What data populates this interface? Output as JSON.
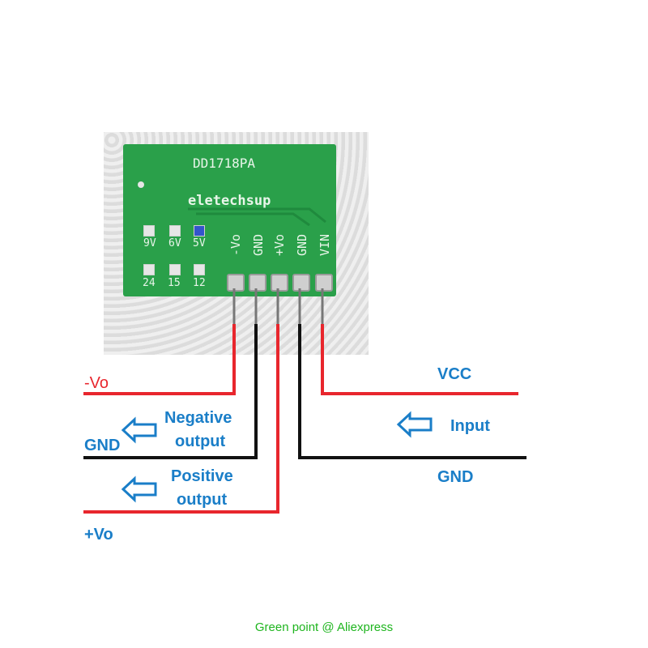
{
  "board": {
    "model": "DD1718PA",
    "brand": "eletechsup",
    "jumper_row1": [
      "9V",
      "6V",
      "5V"
    ],
    "jumper_row2": [
      "24",
      "15",
      "12"
    ],
    "pins": [
      "-Vo",
      "GND",
      "+Vo",
      "GND",
      "VIN"
    ]
  },
  "labels": {
    "minus_vo": "-Vo",
    "gnd_left": "GND",
    "negative_output": [
      "Negative",
      "output"
    ],
    "positive_output": [
      "Positive",
      "output"
    ],
    "plus_vo": "+Vo",
    "vcc": "VCC",
    "input": "Input",
    "gnd_right": "GND"
  },
  "caption": "Green point @ Aliexpress",
  "colors": {
    "positive_wire": "#e8262d",
    "ground_wire": "#111111",
    "text_blue": "#1a7ec8",
    "pcb_green": "#2aa04a",
    "caption_green": "#1fb51f"
  }
}
